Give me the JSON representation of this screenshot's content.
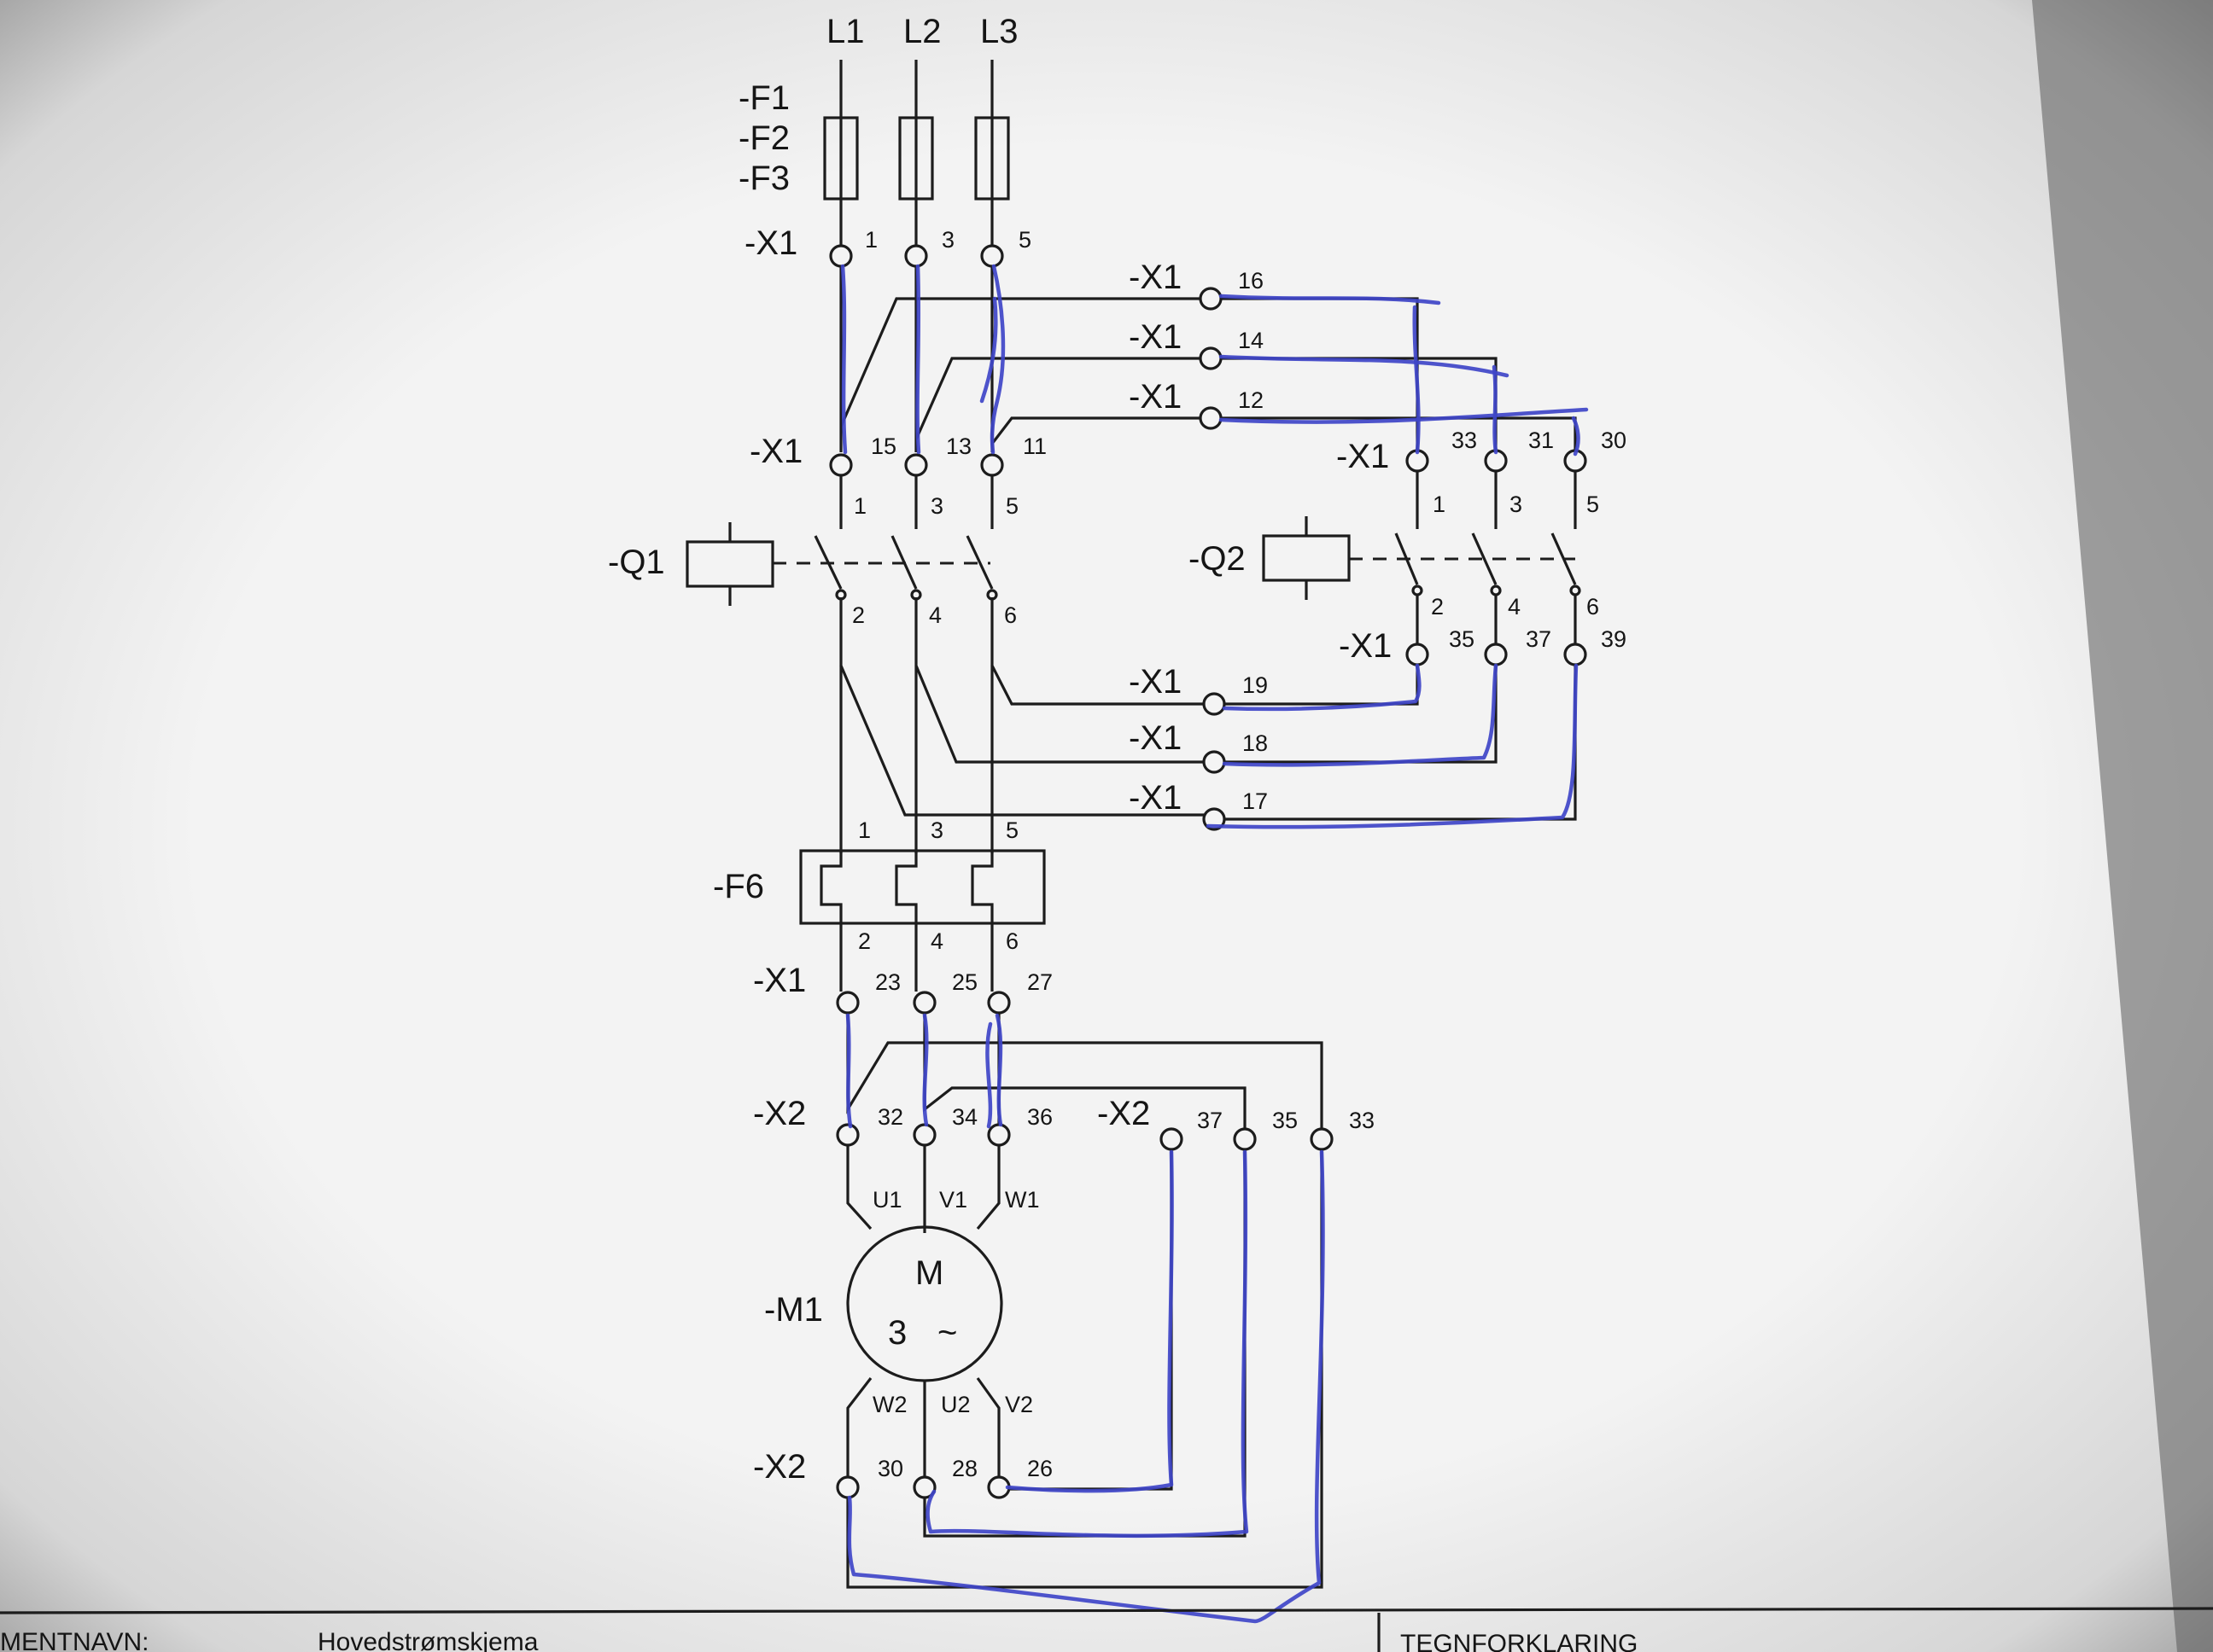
{
  "supply": {
    "l1": "L1",
    "l2": "L2",
    "l3": "L3"
  },
  "fuses": {
    "f1": "-F1",
    "f2": "-F2",
    "f3": "-F3"
  },
  "strips": {
    "x1": "-X1",
    "x2": "-X2"
  },
  "terminals": {
    "t1": "1",
    "t3": "3",
    "t5": "5",
    "t16": "16",
    "t14": "14",
    "t12": "12",
    "t15": "15",
    "t13": "13",
    "t11": "11",
    "t33": "33",
    "t31": "31",
    "t30": "30",
    "t35": "35",
    "t37": "37",
    "t39": "39",
    "t19": "19",
    "t18": "18",
    "t17": "17",
    "t23": "23",
    "t25": "25",
    "t27": "27",
    "t32": "32",
    "t34": "34",
    "t36": "36",
    "t37b": "37",
    "t35b": "35",
    "t33b": "33",
    "t30b": "30",
    "t28": "28",
    "t26": "26"
  },
  "contactors": {
    "q1": "-Q1",
    "q2": "-Q2",
    "poles_in": {
      "a": "1",
      "b": "3",
      "c": "5"
    },
    "poles_out": {
      "a": "2",
      "b": "4",
      "c": "6"
    }
  },
  "overload": {
    "name": "-F6",
    "in": {
      "a": "1",
      "b": "3",
      "c": "5"
    },
    "out": {
      "a": "2",
      "b": "4",
      "c": "6"
    }
  },
  "motor": {
    "name": "-M1",
    "symbol": "M",
    "phase": "3",
    "tilde": "~",
    "windings_top": {
      "u1": "U1",
      "v1": "V1",
      "w1": "W1"
    },
    "windings_bottom": {
      "w2": "W2",
      "u2": "U2",
      "v2": "V2"
    }
  },
  "footer": {
    "left": "MENTNAVN:",
    "middle": "Hovedstrømskjema",
    "right": "TEGNFORKLARING"
  },
  "colors": {
    "paper": "#f1f1f1",
    "ink_pen": "#3f45c8",
    "print": "#1c1c1c"
  }
}
